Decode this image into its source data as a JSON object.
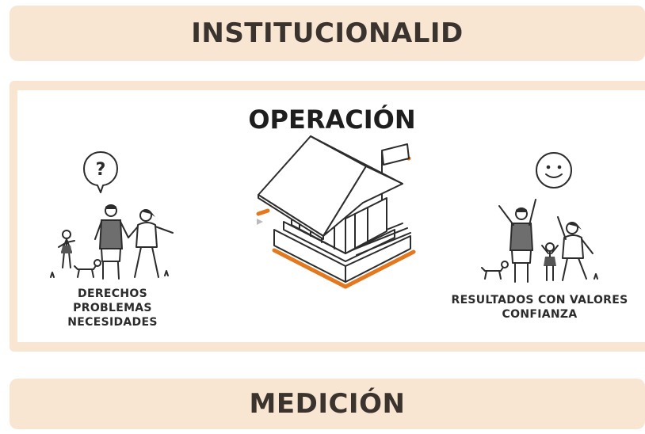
{
  "header": {
    "title": "INSTITUCIONALID"
  },
  "footer": {
    "title": "MEDICIÓN"
  },
  "center": {
    "title": "OPERACIÓN"
  },
  "left": {
    "bubble_symbol": "?",
    "caption_lines": [
      "DERECHOS",
      "PROBLEMAS",
      "NECESIDADES"
    ]
  },
  "right": {
    "caption_lines": [
      "RESULTADOS CON VALORES",
      "CONFIANZA"
    ]
  },
  "colors": {
    "band": "#f8e6d3",
    "accent": "#e3781f",
    "ink": "#2c2c2c"
  },
  "icons": [
    "question-bubble-icon",
    "smiley-icon",
    "family-icon",
    "celebrating-family-icon",
    "institution-building-icon"
  ]
}
